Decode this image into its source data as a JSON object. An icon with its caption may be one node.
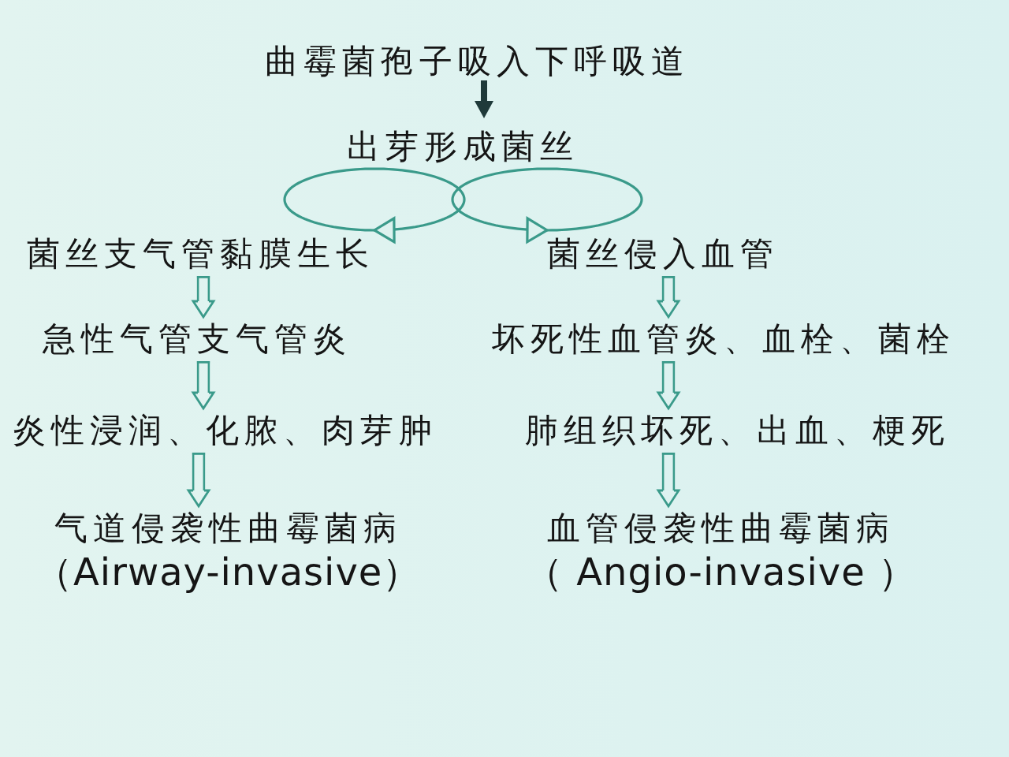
{
  "diagram": {
    "nodes": [
      {
        "text": [
          "曲霉菌孢子吸入下呼吸道"
        ]
      },
      {
        "text": [
          "出芽形成菌丝"
        ]
      },
      {
        "text": [
          "菌丝支气管黏膜生长"
        ]
      },
      {
        "text": [
          "菌丝侵入血管"
        ]
      },
      {
        "text": [
          "急性气管支气管炎"
        ]
      },
      {
        "text": [
          "坏死性血管炎、血栓、菌栓"
        ]
      },
      {
        "text": [
          "炎性浸润、化脓、肉芽肿"
        ]
      },
      {
        "text": [
          "肺组织坏死、出血、梗死"
        ]
      },
      {
        "text": [
          "气道侵袭性曲霉菌病",
          "（Airway-invasive）"
        ]
      },
      {
        "text": [
          "血管侵袭性曲霉菌病",
          "（ Angio-invasive ）"
        ]
      }
    ],
    "edges": [
      {
        "from": 0,
        "to": 1,
        "arrow": "to",
        "style": "thick",
        "color": "#1f3a3a"
      },
      {
        "from": 1,
        "to": 2,
        "arrow": "to"
      },
      {
        "from": 1,
        "to": 3,
        "arrow": "to"
      },
      {
        "from": 2,
        "to": 4,
        "arrow": "to"
      },
      {
        "from": 3,
        "to": 5,
        "arrow": "to"
      },
      {
        "from": 4,
        "to": 6,
        "arrow": "to"
      },
      {
        "from": 5,
        "to": 7,
        "arrow": "to"
      },
      {
        "from": 6,
        "to": 8,
        "arrow": "to"
      },
      {
        "from": 7,
        "to": 9,
        "arrow": "to"
      }
    ]
  }
}
